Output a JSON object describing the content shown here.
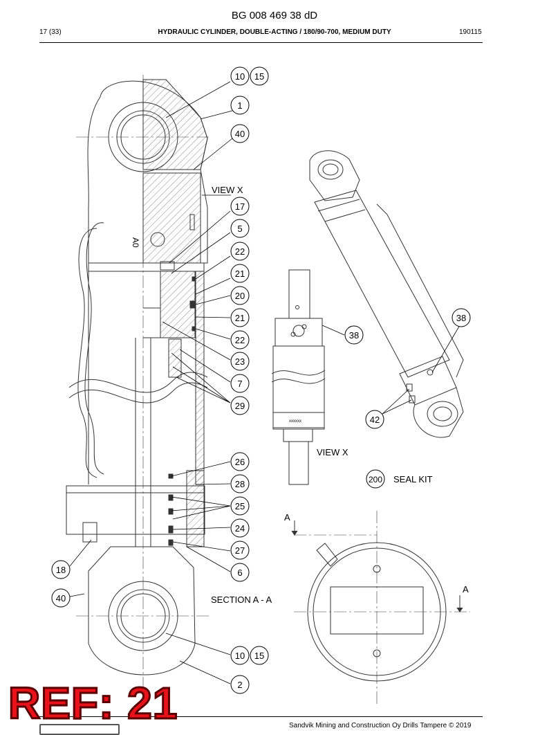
{
  "header": {
    "doc_code": "BG 008 469 38 dD",
    "page": "17 (33)",
    "title": "HYDRAULIC CYLINDER, DOUBLE-ACTING / 180/90-700, MEDIUM DUTY",
    "date": "190115"
  },
  "drawing": {
    "view_x_label": "VIEW X",
    "view_x_caption": "VIEW X",
    "section_label": "SECTION A - A",
    "section_marker": "A",
    "cylinder_marking": "A0",
    "nameplate_text": "xxxxxx",
    "seal_kit": {
      "number": "200",
      "label": "SEAL KIT"
    },
    "callouts": [
      {
        "number": "10"
      },
      {
        "number": "15"
      },
      {
        "number": "1"
      },
      {
        "number": "40"
      },
      {
        "number": "17"
      },
      {
        "number": "5"
      },
      {
        "number": "22"
      },
      {
        "number": "21"
      },
      {
        "number": "20"
      },
      {
        "number": "21"
      },
      {
        "number": "22"
      },
      {
        "number": "23"
      },
      {
        "number": "7"
      },
      {
        "number": "29"
      },
      {
        "number": "26"
      },
      {
        "number": "28"
      },
      {
        "number": "25"
      },
      {
        "number": "24"
      },
      {
        "number": "27"
      },
      {
        "number": "6"
      },
      {
        "number": "10"
      },
      {
        "number": "15"
      },
      {
        "number": "2"
      },
      {
        "number": "18"
      },
      {
        "number": "40"
      },
      {
        "number": "38"
      },
      {
        "number": "38"
      },
      {
        "number": "42"
      }
    ]
  },
  "footer": {
    "copyright": "Sandvik Mining and Construction Oy Drills Tampere © 2019"
  },
  "ref_banner": "REF: 21"
}
